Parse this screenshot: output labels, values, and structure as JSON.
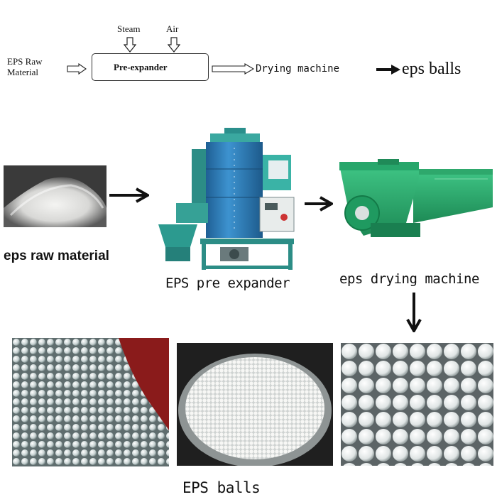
{
  "flow": {
    "steam": "Steam",
    "air": "Air",
    "raw_line1": "EPS Raw",
    "raw_line2": "Material",
    "pre_expander": "Pre-expander",
    "drying_machine": "Drying machine",
    "eps_balls": "eps balls"
  },
  "photos": {
    "raw_material_label": "eps raw material",
    "pre_expander_label": "EPS pre expander",
    "drying_label": "eps drying machine",
    "balls_label": "EPS balls"
  },
  "colors": {
    "machine_blue": "#2f7fb9",
    "machine_green": "#2fa86a",
    "frame_teal": "#1f8f8a"
  }
}
